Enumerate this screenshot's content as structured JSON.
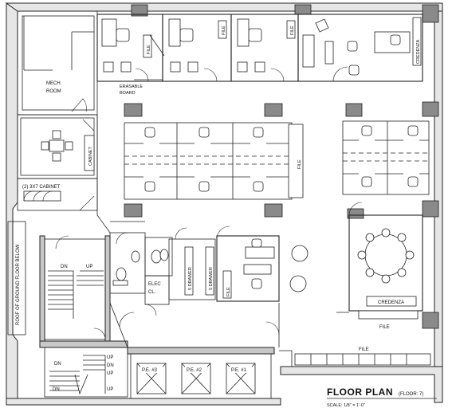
{
  "labels": {
    "mech_room_1": "MECH.",
    "mech_room_2": "ROOM",
    "file_office_a": "FILE",
    "file_office_b": "FILE",
    "file_office_c": "FILE",
    "credenza_top": "CREDENZA",
    "erasable_board_1": "ERASABLE",
    "erasable_board_2": "BOARD",
    "cabinet": "CABINET",
    "cabinet_3x7": "(2) 3X7 CABINET",
    "file_workstations": "FILE",
    "roof_label": "ROOF OF GROUND FLOOR BELOW",
    "stair_dn_1": "DN",
    "stair_up_1": "UP",
    "elec_1": "ELEC",
    "elec_2": "CL.",
    "drawer_1": "5 DRAWER",
    "drawer_2": "5 DRAWER",
    "file_office_d": "FILE",
    "credenza_conf": "CREDENZA",
    "file_conf": "FILE",
    "file_corridor": "FILE",
    "stair_dn_2": "DN",
    "stair_up_2": "UP",
    "stair_dn_3": "DN",
    "stair_up_3": "UP",
    "stair_dn_4": "DN",
    "stair_up_4": "UP",
    "pe3": "P.E. #3",
    "pe2": "P.E. #2",
    "pe1": "P.E. #1"
  },
  "title": {
    "heading": "FLOOR PLAN",
    "floor": "(FLOOR: 7)",
    "scale": "SCALE: 1/8\" = 1'-0\""
  },
  "icons": [
    "north-arrow-icon"
  ]
}
